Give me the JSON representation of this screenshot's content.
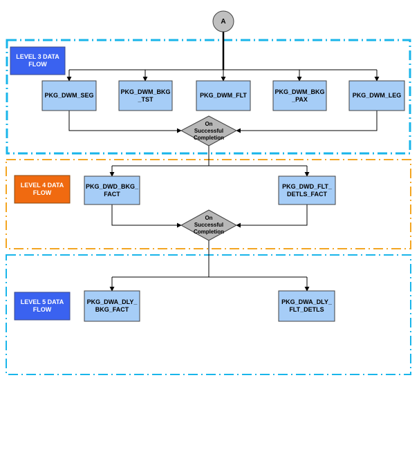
{
  "start_connector": {
    "label": "A"
  },
  "levels": [
    {
      "label": "LEVEL 3 DATA\nFLOW",
      "color": "#3a62f0",
      "border_color": "#19b5ea"
    },
    {
      "label": "LEVEL 4 DATA\nFLOW",
      "color": "#f06a10",
      "border_color": "#f3a521"
    },
    {
      "label": "LEVEL 5 DATA\nFLOW",
      "color": "#3a62f0",
      "border_color": "#19b5ea"
    }
  ],
  "packages": {
    "seg": "PKG_DWM_SEG",
    "bkg_tst": "PKG_DWM_BKG\n_TST",
    "flt": "PKG_DWM_FLT",
    "bkg_pax": "PKG_DWM_BKG\n_PAX",
    "leg": "PKG_DWM_LEG",
    "dwd_bkg_fact": "PKG_DWD_BKG_\nFACT",
    "dwd_flt_detls_fact": "PKG_DWD_FLT_\nDETLS_FACT",
    "dwa_dly_bkg_fact": "PKG_DWA_DLY_\nBKG_FACT",
    "dwa_dly_flt_detls": "PKG_DWA_DLY_\nFLT_DETLS"
  },
  "decisions": [
    "On\nSuccessful\nCompletion",
    "On\nSuccessful\nCompletion"
  ],
  "colors": {
    "package_fill": "#a6cdf7",
    "package_border": "#404040",
    "decision_fill": "#b7b7b7",
    "connector_fill": "#c0c0c0",
    "line": "#000000"
  }
}
